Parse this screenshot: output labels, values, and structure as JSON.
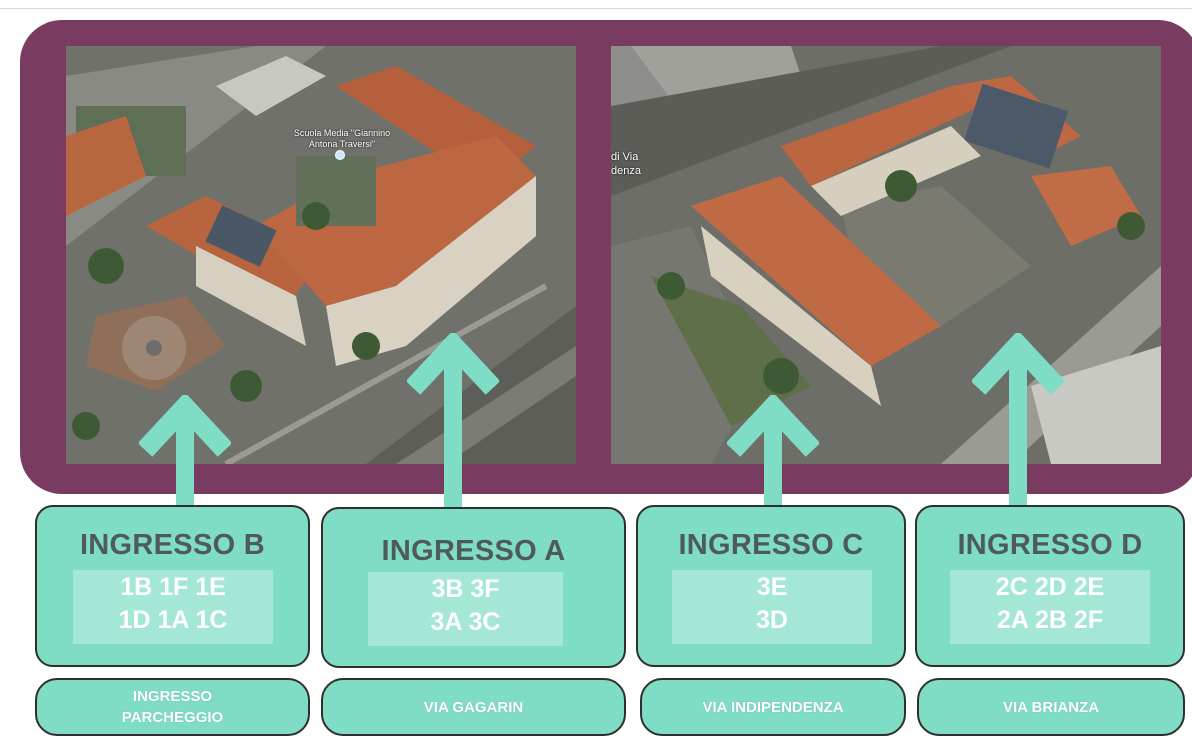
{
  "map_labels": {
    "school_name": "Scuola Media \"Giannino Antona Traversi\"",
    "street_label": "di Via\ndenza"
  },
  "entrances": [
    {
      "title": "INGRESSO B",
      "classes_line1": "1B 1F 1E",
      "classes_line2": "1D 1A 1C",
      "street": "INGRESSO\nPARCHEGGIO"
    },
    {
      "title": "INGRESSO A",
      "classes_line1": "3B 3F",
      "classes_line2": "3A 3C",
      "street": "VIA GAGARIN"
    },
    {
      "title": "INGRESSO C",
      "classes_line1": "3E",
      "classes_line2": "3D",
      "street": "VIA INDIPENDENZA"
    },
    {
      "title": "INGRESSO D",
      "classes_line1": "2C 2D 2E",
      "classes_line2": "2A 2B 2F",
      "street": "VIA BRIANZA"
    }
  ],
  "colors": {
    "frame": "#7a3b61",
    "box_fill": "#7fdcc5",
    "arrow": "#7fdcc5",
    "title_text": "#4f5b58",
    "class_text": "#ffffff"
  }
}
